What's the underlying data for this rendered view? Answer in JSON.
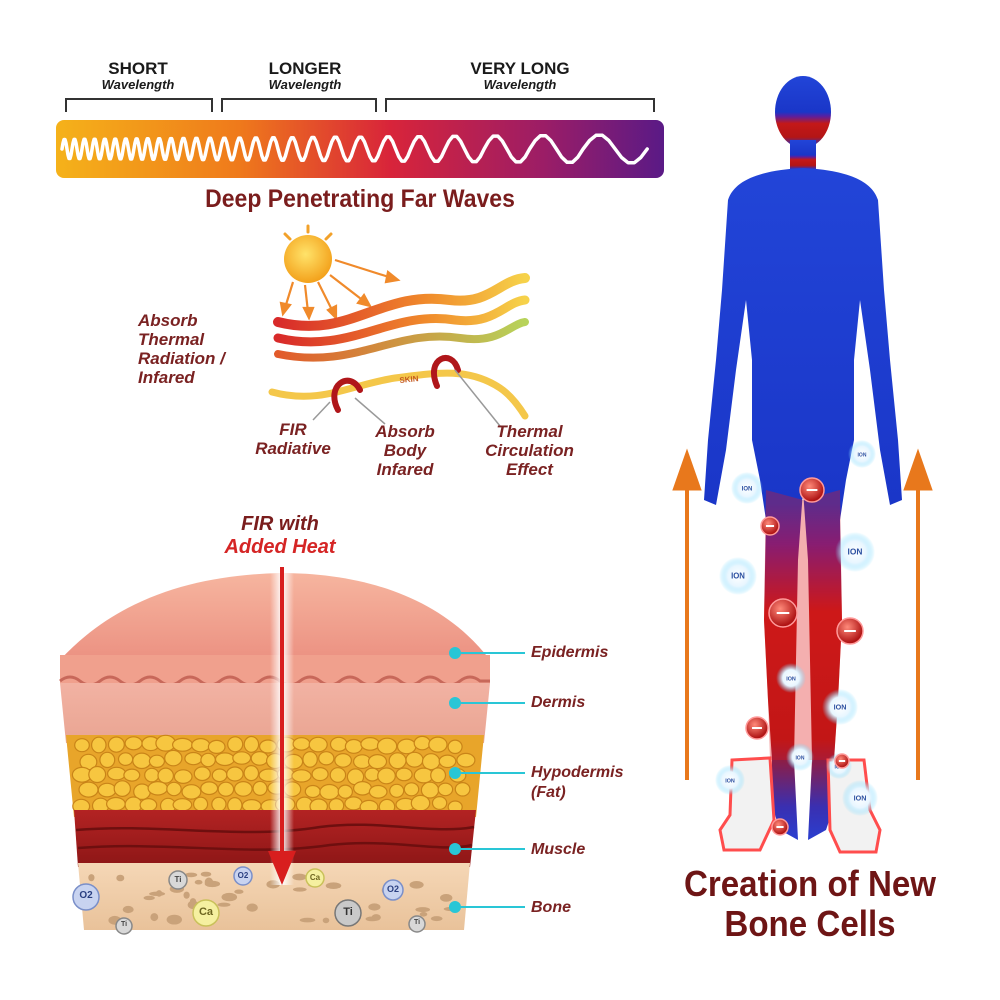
{
  "wavelength": {
    "short": {
      "title": "SHORT",
      "sub": "Wavelength"
    },
    "longer": {
      "title": "LONGER",
      "sub": "Wavelength"
    },
    "very_long": {
      "title": "VERY LONG",
      "sub": "Wavelength"
    },
    "caption": "Deep Penetrating Far Waves"
  },
  "absorb": {
    "main_label": [
      "Absorb",
      "Thermal",
      "Radiation /",
      "Infared"
    ],
    "skin_label": "SKIN",
    "fir": [
      "FIR",
      "Radiative"
    ],
    "body": [
      "Absorb",
      "Body",
      "Infared"
    ],
    "thermal": [
      "Thermal",
      "Circulation",
      "Effect"
    ]
  },
  "skin": {
    "heading_line1": "FIR with",
    "heading_line2": "Added Heat",
    "layers": [
      "Epidermis",
      "Dermis",
      "Hypodermis",
      "(Fat)",
      "Muscle",
      "Bone"
    ],
    "minerals": [
      "O2",
      "Ti",
      "O2",
      "Ca",
      "O2",
      "Ca",
      "Ti",
      "Ti",
      "Ti"
    ]
  },
  "body": {
    "ion_label": "ION",
    "title_line1": "Creation of New",
    "title_line2": "Bone Cells"
  },
  "colors": {
    "maroon": "#7a1d1d",
    "cyan": "#29c6d6",
    "orange": "#e8781c",
    "body_blue": "#1e3fd8",
    "body_red": "#c31616"
  }
}
